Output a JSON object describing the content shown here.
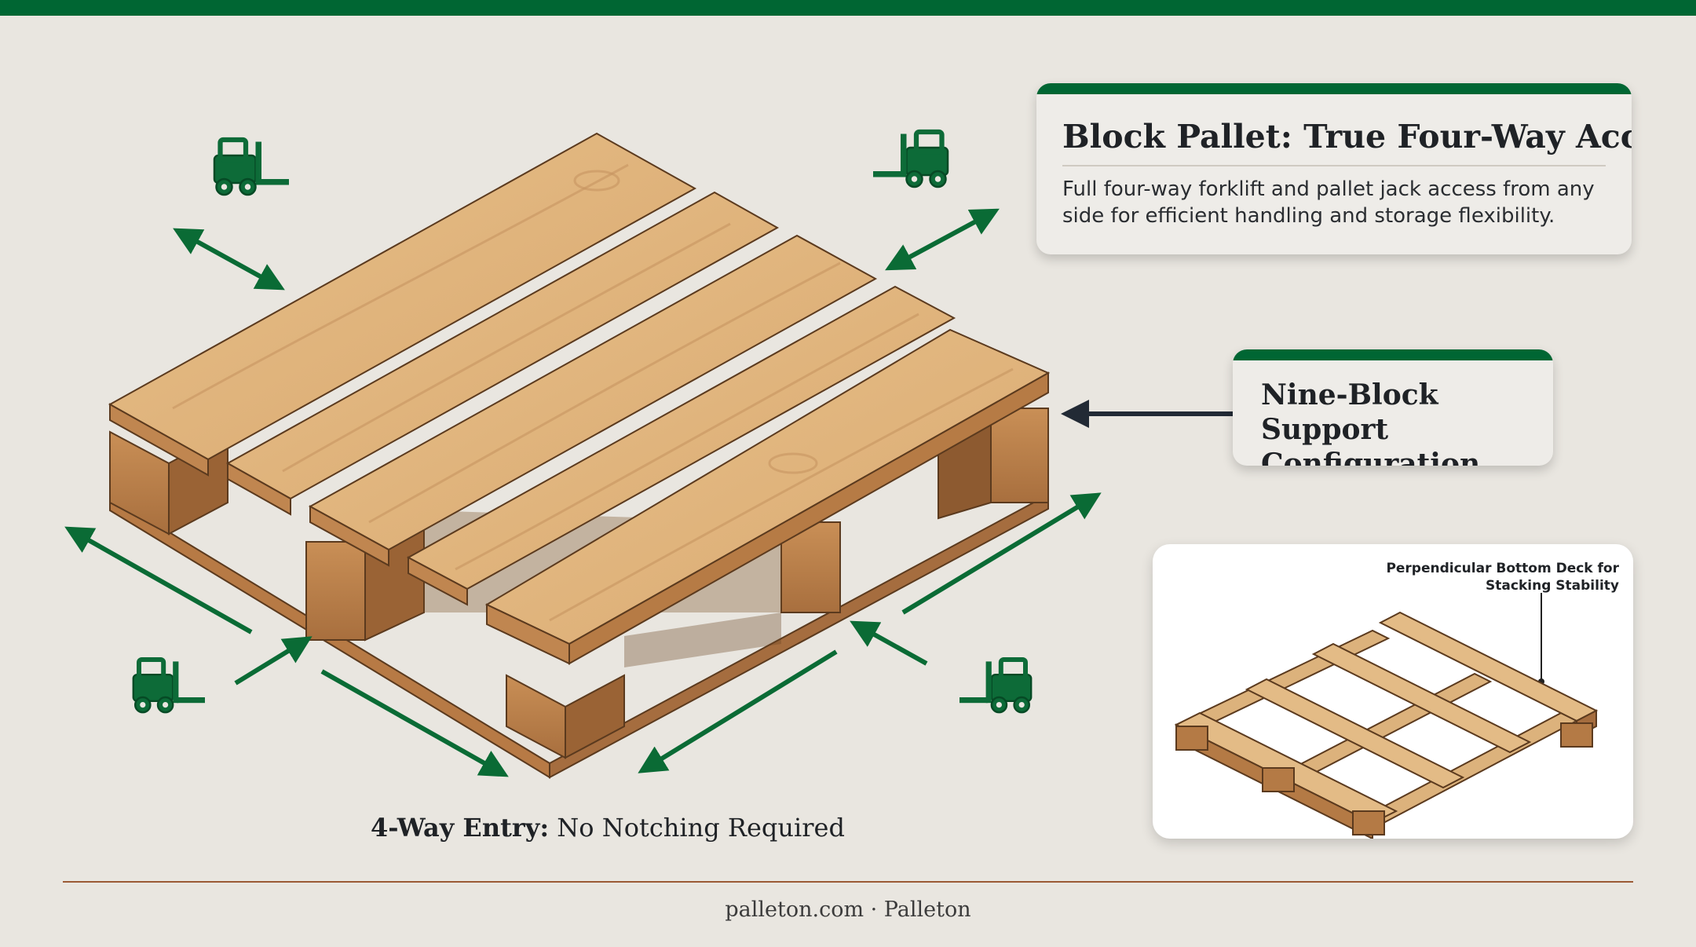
{
  "title": "Block Pallet: True Four-Way Access",
  "description": "Full four-way forklift and pallet jack access from any side for efficient handling and storage flexibility.",
  "callout_support": "Nine-Block Support Configuration",
  "inset_label": "Perpendicular Bottom Deck for Stacking Stability",
  "entry_caption_bold": "4-Way Entry:",
  "entry_caption_rest": " No Notching Required",
  "footer": "palleton.com · Palleton",
  "colors": {
    "accent_green": "#006633",
    "wood_light": "#dcb27c",
    "wood_dark": "#a56d3f",
    "rule_brown": "#9b5a35",
    "background": "#e9e6e0"
  },
  "icons": [
    "forklift-icon",
    "double-arrow-icon",
    "pointer-arrow-icon"
  ]
}
